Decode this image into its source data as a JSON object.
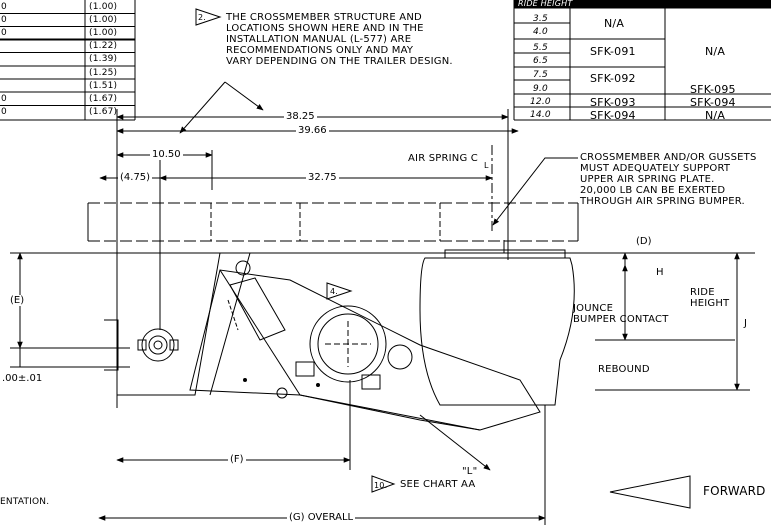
{
  "left_table": {
    "values": [
      "(1.00)",
      "(1.00)",
      "(1.00)",
      "(1.22)",
      "(1.39)",
      "(1.25)",
      "(1.51)",
      "(1.67)",
      "(1.67)"
    ],
    "row_edge": [
      "0",
      "0",
      "0",
      "",
      "",
      "",
      "",
      "0",
      "0"
    ]
  },
  "ride_table": {
    "header": "RIDE HEIGHT",
    "heights": [
      "3.5",
      "4.0",
      "5.5",
      "6.5",
      "7.5",
      "9.0",
      "12.0",
      "14.0"
    ],
    "col2": {
      "na": "N/A",
      "sfk091": "SFK-091",
      "sfk092": "SFK-092",
      "sfk093": "SFK-093",
      "sfk094": "SFK-094"
    },
    "col3": {
      "na_top": "N/A",
      "sfk095": "SFK-095",
      "sfk094": "SFK-094",
      "na_bottom": "N/A"
    }
  },
  "notes": {
    "note2_number": "2.",
    "note2_text": "THE CROSSMEMBER STRUCTURE AND\nLOCATIONS SHOWN HERE AND IN THE\nINSTALLATION MANUAL (L-577) ARE\nRECOMMENDATIONS ONLY AND MAY\nVARY DEPENDING ON THE TRAILER DESIGN.",
    "crossmember_text": "CROSSMEMBER AND/OR GUSSETS\nMUST ADEQUATELY SUPPORT\nUPPER AIR SPRING PLATE.\n20,000 LB CAN BE EXERTED\nTHROUGH AIR SPRING BUMPER.",
    "air_spring_cl": "AIR SPRING C",
    "cl_sub": "L",
    "note4_number": "4.",
    "note10_number": "10.",
    "see_chart": "SEE CHART AA",
    "forward": "FORWARD",
    "orientation_fragment": "ENTATION."
  },
  "dims": {
    "d1": "38.25",
    "d2": "39.66",
    "d3": "10.50",
    "d4": "(4.75)",
    "d5": "32.75",
    "e": "(E)",
    "f": "(F)",
    "g": "(G) OVERALL",
    "d": "(D)",
    "h": "H",
    "j": "J",
    "ride_height": "RIDE\nHEIGHT",
    "jounce": "JOUNCE\nBUMPER CONTACT",
    "rebound": "REBOUND",
    "tolerance": ".00±.01",
    "l": "\"L\""
  }
}
